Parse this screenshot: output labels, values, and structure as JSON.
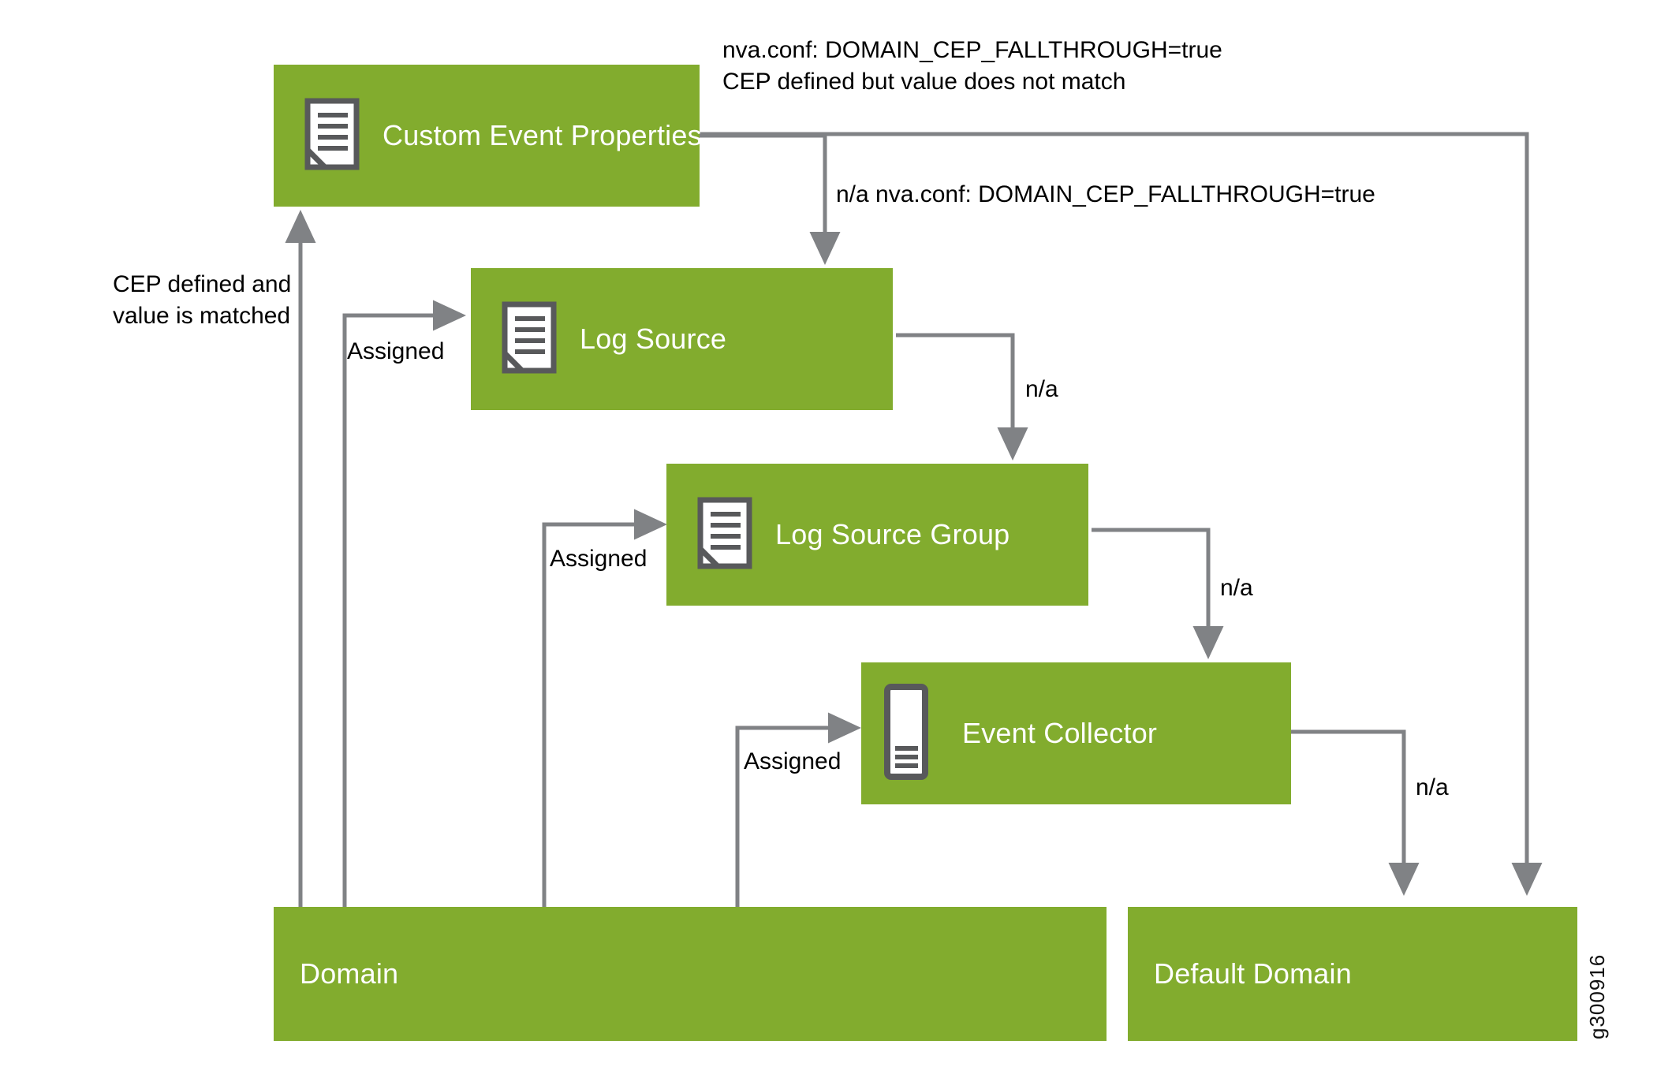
{
  "diagram": {
    "figure_id": "g300916",
    "accent_color": "#82ac2e",
    "connector_color": "#808285",
    "node_text_color": "#ffffff",
    "label_text_color": "#000000",
    "background_color": "#ffffff"
  },
  "nodes": [
    {
      "id": "custom-event-properties",
      "label": "Custom Event Properties",
      "icon": "document-icon"
    },
    {
      "id": "log-source",
      "label": "Log Source",
      "icon": "document-icon"
    },
    {
      "id": "log-source-group",
      "label": "Log Source Group",
      "icon": "document-icon"
    },
    {
      "id": "event-collector",
      "label": "Event Collector",
      "icon": "collector-device-icon"
    },
    {
      "id": "domain",
      "label": "Domain",
      "icon": "none"
    },
    {
      "id": "default-domain",
      "label": "Default Domain",
      "icon": "none"
    }
  ],
  "edge_labels": {
    "cep_fallthrough_top_line1": "nva.conf: DOMAIN_CEP_FALLTHROUGH=true",
    "cep_fallthrough_top_line2": "CEP defined but value does not match",
    "na_cep_fallthrough": "n/a nva.conf: DOMAIN_CEP_FALLTHROUGH=true",
    "cep_matched_line1": "CEP defined and",
    "cep_matched_line2": "value is matched",
    "assigned_log_source": "Assigned",
    "assigned_log_source_group": "Assigned",
    "assigned_event_collector": "Assigned",
    "na_log_source": "n/a",
    "na_log_source_group": "n/a",
    "na_event_collector": "n/a"
  }
}
